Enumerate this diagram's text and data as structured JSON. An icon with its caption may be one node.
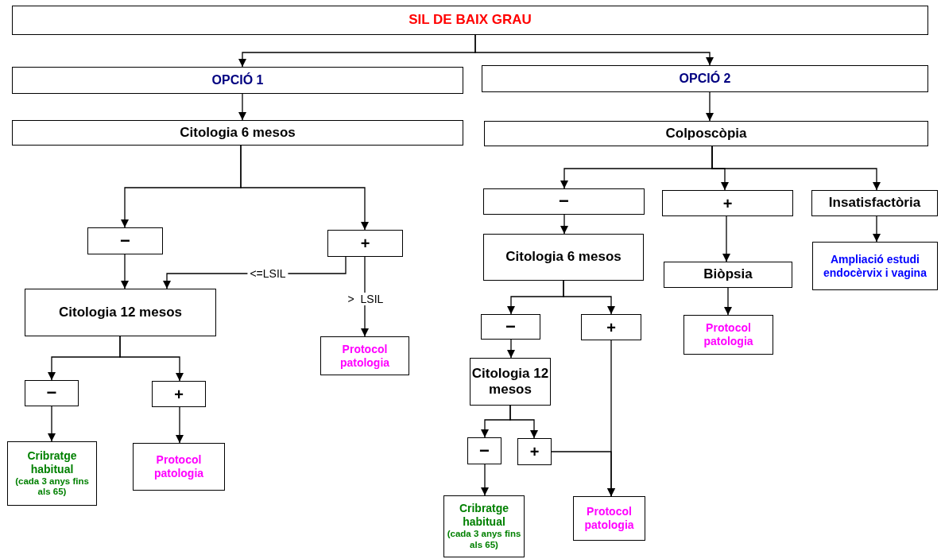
{
  "diagram": {
    "nodes": [
      {
        "text": [
          "SIL DE BAIX GRAU"
        ]
      },
      {
        "text": [
          "OPCIÓ 1"
        ]
      },
      {
        "text": [
          "OPCIÓ 2"
        ]
      },
      {
        "text": [
          "Citologia 6 mesos"
        ]
      },
      {
        "text": [
          "Colposcòpia"
        ]
      },
      {
        "text": [
          "−"
        ]
      },
      {
        "text": [
          "+"
        ]
      },
      {
        "text": [
          "Citologia 12 mesos"
        ]
      },
      {
        "text": [
          "Protocol patologia"
        ]
      },
      {
        "text": [
          "−"
        ]
      },
      {
        "text": [
          "+"
        ]
      },
      {
        "text": [
          "Cribratge habitual",
          "(cada 3 anys fins als 65)"
        ]
      },
      {
        "text": [
          "Protocol patologia"
        ]
      },
      {
        "text": [
          "−"
        ]
      },
      {
        "text": [
          "+"
        ]
      },
      {
        "text": [
          "Insatisfactòria"
        ]
      },
      {
        "text": [
          "Citologia 6 mesos"
        ]
      },
      {
        "text": [
          "Biòpsia"
        ]
      },
      {
        "text": [
          "Ampliació estudi endocèrvix i vagina"
        ]
      },
      {
        "text": [
          "Protocol patologia"
        ]
      },
      {
        "text": [
          "−"
        ]
      },
      {
        "text": [
          "+"
        ]
      },
      {
        "text": [
          "Citologia 12 mesos"
        ]
      },
      {
        "text": [
          "−"
        ]
      },
      {
        "text": [
          "+"
        ]
      },
      {
        "text": [
          "Cribratge habitual",
          "(cada 3 anys fins als 65)"
        ]
      },
      {
        "text": [
          "Protocol patologia"
        ]
      }
    ],
    "edges": [
      {
        "from": 0,
        "to": 1,
        "arrow": "to"
      },
      {
        "from": 0,
        "to": 2,
        "arrow": "to"
      },
      {
        "from": 1,
        "to": 3,
        "arrow": "to"
      },
      {
        "from": 2,
        "to": 4,
        "arrow": "to"
      },
      {
        "from": 3,
        "to": 5,
        "arrow": "to"
      },
      {
        "from": 3,
        "to": 6,
        "arrow": "to"
      },
      {
        "from": 5,
        "to": 7,
        "arrow": "to"
      },
      {
        "from": 6,
        "to": 7,
        "arrow": "to",
        "label": "<=LSIL"
      },
      {
        "from": 6,
        "to": 8,
        "arrow": "to",
        "label": ">  LSIL"
      },
      {
        "from": 7,
        "to": 9,
        "arrow": "to"
      },
      {
        "from": 7,
        "to": 10,
        "arrow": "to"
      },
      {
        "from": 9,
        "to": 11,
        "arrow": "to"
      },
      {
        "from": 10,
        "to": 12,
        "arrow": "to"
      },
      {
        "from": 4,
        "to": 13,
        "arrow": "to"
      },
      {
        "from": 4,
        "to": 14,
        "arrow": "to"
      },
      {
        "from": 4,
        "to": 15,
        "arrow": "to"
      },
      {
        "from": 13,
        "to": 16,
        "arrow": "to"
      },
      {
        "from": 14,
        "to": 17,
        "arrow": "to"
      },
      {
        "from": 15,
        "to": 18,
        "arrow": "to"
      },
      {
        "from": 17,
        "to": 19,
        "arrow": "to"
      },
      {
        "from": 16,
        "to": 20,
        "arrow": "to"
      },
      {
        "from": 16,
        "to": 21,
        "arrow": "to"
      },
      {
        "from": 20,
        "to": 22,
        "arrow": "to"
      },
      {
        "from": 21,
        "to": 26,
        "arrow": "to"
      },
      {
        "from": 22,
        "to": 23,
        "arrow": "to"
      },
      {
        "from": 22,
        "to": 24,
        "arrow": "to"
      },
      {
        "from": 23,
        "to": 25,
        "arrow": "to"
      },
      {
        "from": 24,
        "to": 26,
        "arrow": "to"
      }
    ]
  }
}
